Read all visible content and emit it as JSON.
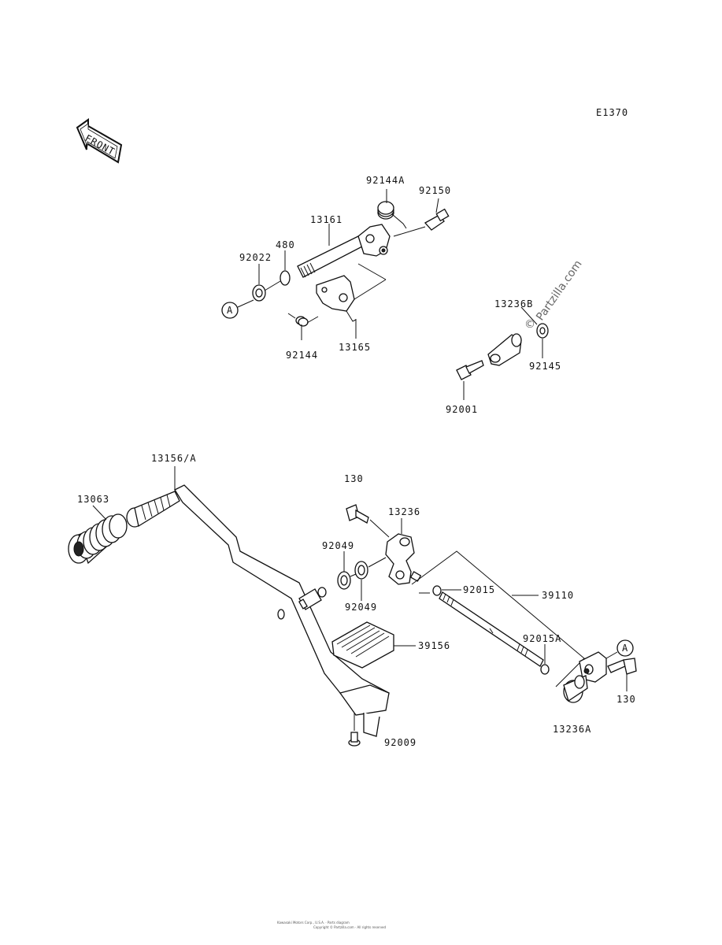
{
  "diagram_code": "E1370",
  "front_label": "FRONT",
  "watermark": "Partzilla.com",
  "watermark_symbol": "©",
  "ref_a": "A",
  "labels": {
    "p92144A": "92144A",
    "p92150": "92150",
    "p13161": "13161",
    "p480": "480",
    "p92022": "92022",
    "p92144": "92144",
    "p13165": "13165",
    "p13236B": "13236B",
    "p92145": "92145",
    "p92001": "92001",
    "p13156A": "13156/A",
    "p130_top": "130",
    "p13063": "13063",
    "p13236": "13236",
    "p92049a": "92049",
    "p92049b": "92049",
    "p92015": "92015",
    "p39110": "39110",
    "p92015A": "92015A",
    "p39156": "39156",
    "p130_right": "130",
    "p13236A": "13236A",
    "p92009": "92009"
  },
  "footer": {
    "line1": "Kawasaki Motors Corp., U.S.A. · Parts diagram",
    "line2": "Copyright © Partzilla.com · All rights reserved"
  }
}
